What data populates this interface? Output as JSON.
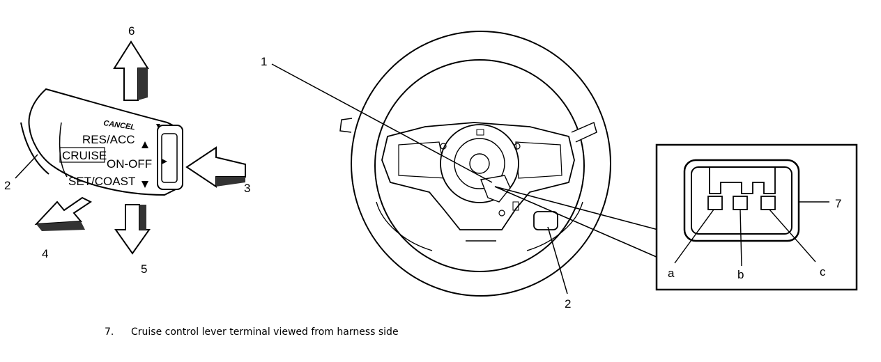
{
  "lever_diagram": {
    "labels": {
      "cancel": "CANCEL",
      "res_acc": "RES/ACC",
      "cruise": "CRUISE",
      "on_off": "ON-OFF",
      "set_coast": "SET/COAST"
    },
    "callouts": {
      "lever": "2",
      "push": "3",
      "pull_toward": "4",
      "down": "5",
      "up": "6"
    }
  },
  "wheel_diagram": {
    "callouts": {
      "connector": "1",
      "lever": "2",
      "terminal": "7"
    }
  },
  "terminal_detail": {
    "pins": [
      "a",
      "b",
      "c"
    ]
  },
  "caption": {
    "number": "7.",
    "text": "Cruise control lever terminal viewed from harness side"
  }
}
